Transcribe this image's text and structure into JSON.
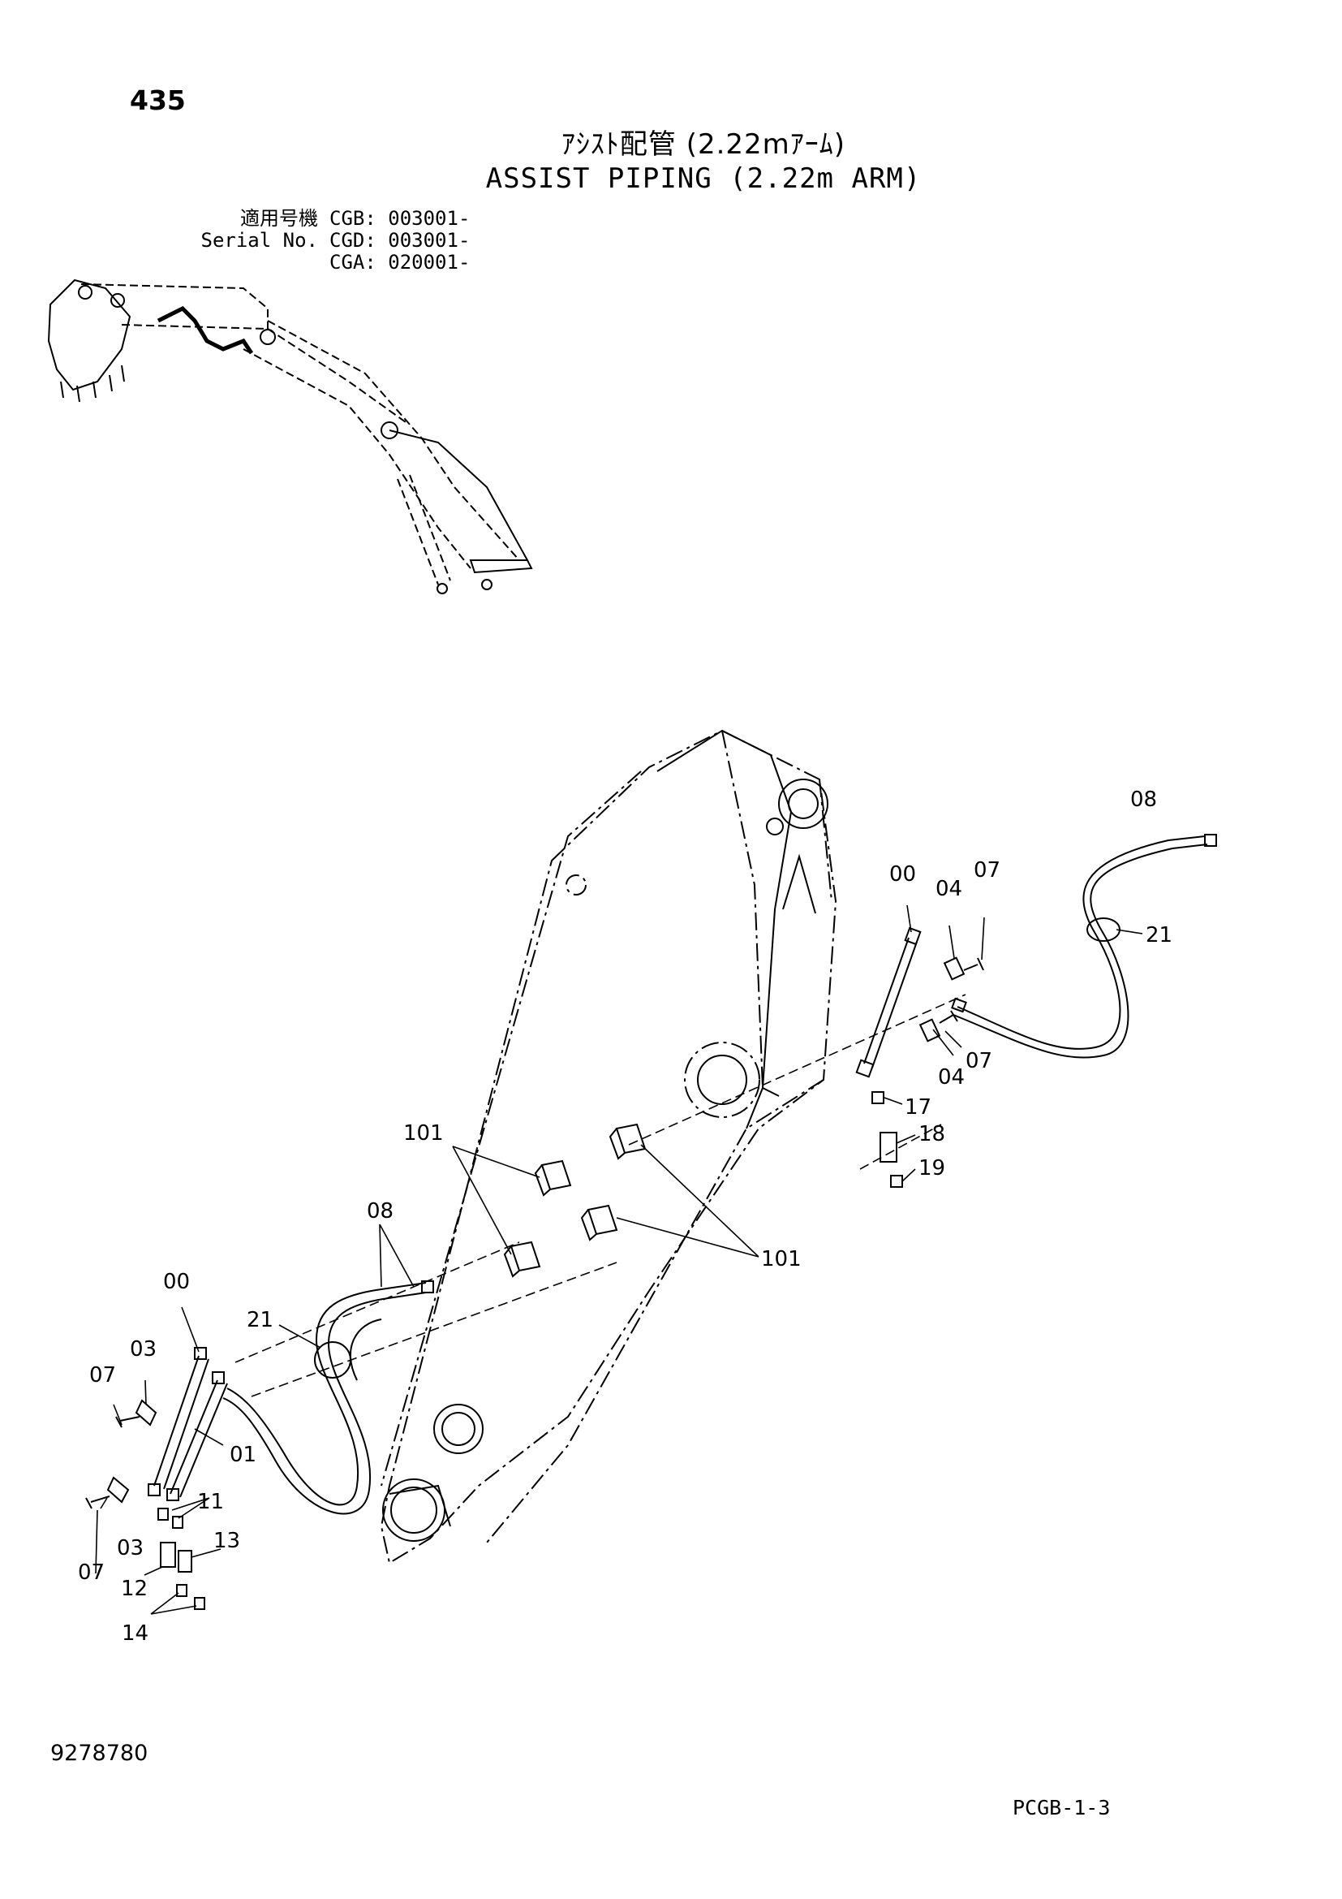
{
  "header": {
    "page_number": "435",
    "title_jp": "ｱｼｽﾄ配管 (2.22mｱｰﾑ)",
    "title_en": "ASSIST PIPING (2.22m ARM)"
  },
  "serials": [
    {
      "label": "適用号機",
      "value": "CGB: 003001-"
    },
    {
      "label": "Serial No.",
      "value": "CGD: 003001-"
    },
    {
      "label": "",
      "value": "CGA: 020001-"
    }
  ],
  "callouts": {
    "c00_right": "00",
    "c04_top": "04",
    "c07_top": "07",
    "c08_right": "08",
    "c21_right": "21",
    "c07_mid": "07",
    "c04_mid": "04",
    "c17": "17",
    "c18": "18",
    "c19": "19",
    "c101_left": "101",
    "c101_right": "101",
    "c08_left": "08",
    "c00_left": "00",
    "c21_left": "21",
    "c03_top": "03",
    "c07_left": "07",
    "c01": "01",
    "c11": "11",
    "c13": "13",
    "c07_bottom": "07",
    "c03_bottom": "03",
    "c12": "12",
    "c14": "14"
  },
  "footer": {
    "doc_number": "9278780",
    "page_code": "PCGB-1-3"
  }
}
